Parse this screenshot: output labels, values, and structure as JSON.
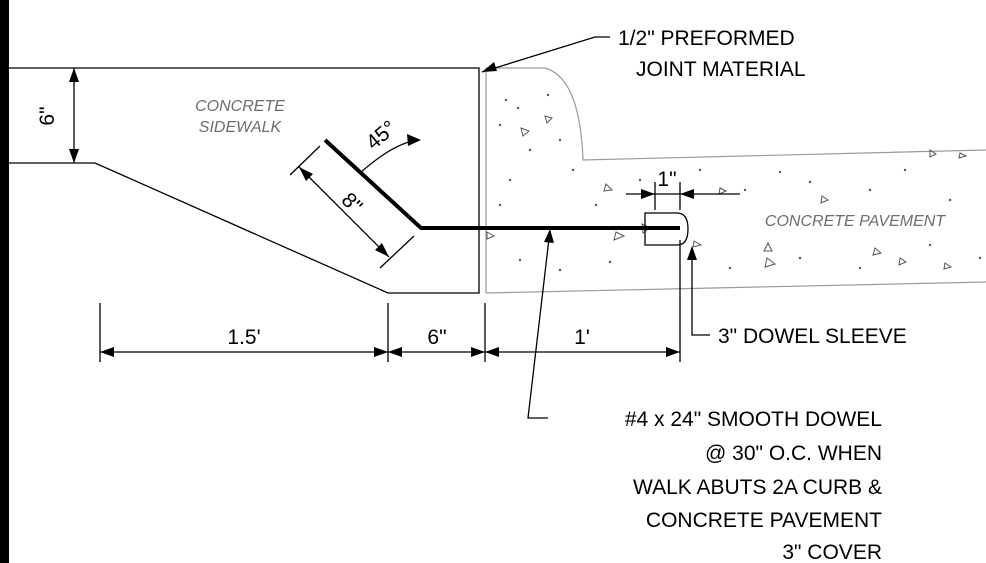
{
  "labels": {
    "sidewalk_line1": "CONCRETE",
    "sidewalk_line2": "SIDEWALK",
    "pavement": "CONCRETE PAVEMENT",
    "joint_line1": "1/2\" PREFORMED",
    "joint_line2": "JOINT MATERIAL",
    "angle": "45°",
    "sleeve": "3\" DOWEL SLEEVE",
    "dowel_note": [
      "#4 x 24\" SMOOTH DOWEL",
      "@ 30\" O.C. WHEN",
      "WALK ABUTS 2A CURB &",
      "CONCRETE PAVEMENT",
      "3\" COVER"
    ]
  },
  "dimensions": {
    "sidewalk_depth": "6\"",
    "bend_leg": "8\"",
    "sleeve_length": "1\"",
    "taper": "1.5'",
    "flat_bottom": "6\"",
    "dowel_embed": "1'"
  },
  "colors": {
    "ink": "#000000",
    "note_text": "#6d6d6d",
    "pavement_edge": "#9a9a9a"
  }
}
